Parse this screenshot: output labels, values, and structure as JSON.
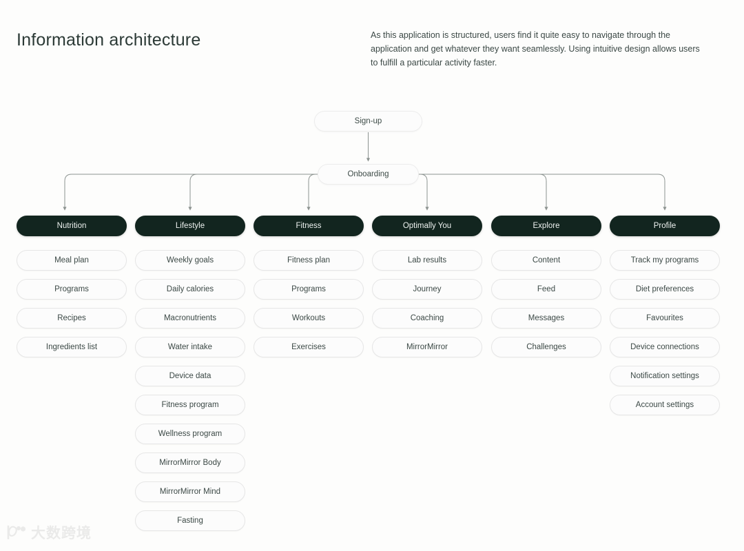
{
  "page": {
    "title": "Information architecture",
    "intro": "As this application is structured, users find it quite easy to navigate through the application and get whatever they want seamlessly. Using intuitive design allows users to fulfill a particular activity faster."
  },
  "colors": {
    "background": "#FDFDFC",
    "category_pill": "#12251F",
    "category_text": "#EEF2F0",
    "leaf_pill": "#FCFCFC",
    "leaf_border": "#E6E6E6",
    "body_text": "#3B4845",
    "connector": "#8C9390"
  },
  "diagram": {
    "type": "tree",
    "root_nodes": [
      {
        "label": "Sign-up"
      },
      {
        "label": "Onboarding"
      }
    ],
    "columns": [
      {
        "category": "Nutrition",
        "items": [
          "Meal plan",
          "Programs",
          "Recipes",
          "Ingredients list"
        ]
      },
      {
        "category": "Lifestyle",
        "items": [
          "Weekly goals",
          "Daily calories",
          "Macronutrients",
          "Water intake",
          "Device data",
          "Fitness program",
          "Wellness program",
          "MirrorMirror Body",
          "MirrorMirror Mind",
          "Fasting"
        ]
      },
      {
        "category": "Fitness",
        "items": [
          "Fitness plan",
          "Programs",
          "Workouts",
          "Exercises"
        ]
      },
      {
        "category": "Optimally You",
        "items": [
          "Lab results",
          "Journey",
          "Coaching",
          "MirrorMirror"
        ]
      },
      {
        "category": "Explore",
        "items": [
          "Content",
          "Feed",
          "Messages",
          "Challenges"
        ]
      },
      {
        "category": "Profile",
        "items": [
          "Track my programs",
          "Diet preferences",
          "Favourites",
          "Device connections",
          "Notification settings",
          "Account settings"
        ]
      }
    ]
  },
  "watermark": {
    "text": "大数跨境",
    "icon": "circle-logo-icon"
  }
}
